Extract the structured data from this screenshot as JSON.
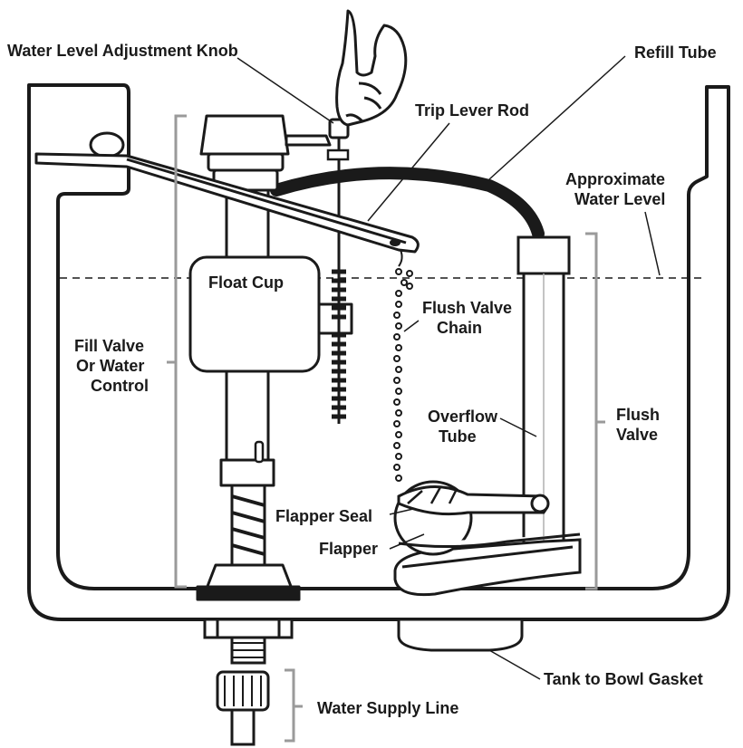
{
  "labels": {
    "water_level_adjustment_knob": "Water Level Adjustment Knob",
    "refill_tube": "Refill Tube",
    "trip_lever_rod": "Trip Lever Rod",
    "approximate_water_level": [
      "Approximate",
      "Water Level"
    ],
    "float_cup": "Float Cup",
    "flush_valve_chain": [
      "Flush Valve",
      "Chain"
    ],
    "fill_valve": [
      "Fill Valve",
      "Or Water",
      "Control"
    ],
    "overflow_tube": [
      "Overflow",
      "Tube"
    ],
    "flush_valve": [
      "Flush",
      "Valve"
    ],
    "flapper_seal": "Flapper Seal",
    "flapper": "Flapper",
    "tank_to_bowl_gasket": "Tank to Bowl Gasket",
    "water_supply_line": "Water Supply Line"
  },
  "colors": {
    "ink": "#1a1a1a",
    "bracket": "#9a9a9a",
    "fill": "#ffffff"
  }
}
